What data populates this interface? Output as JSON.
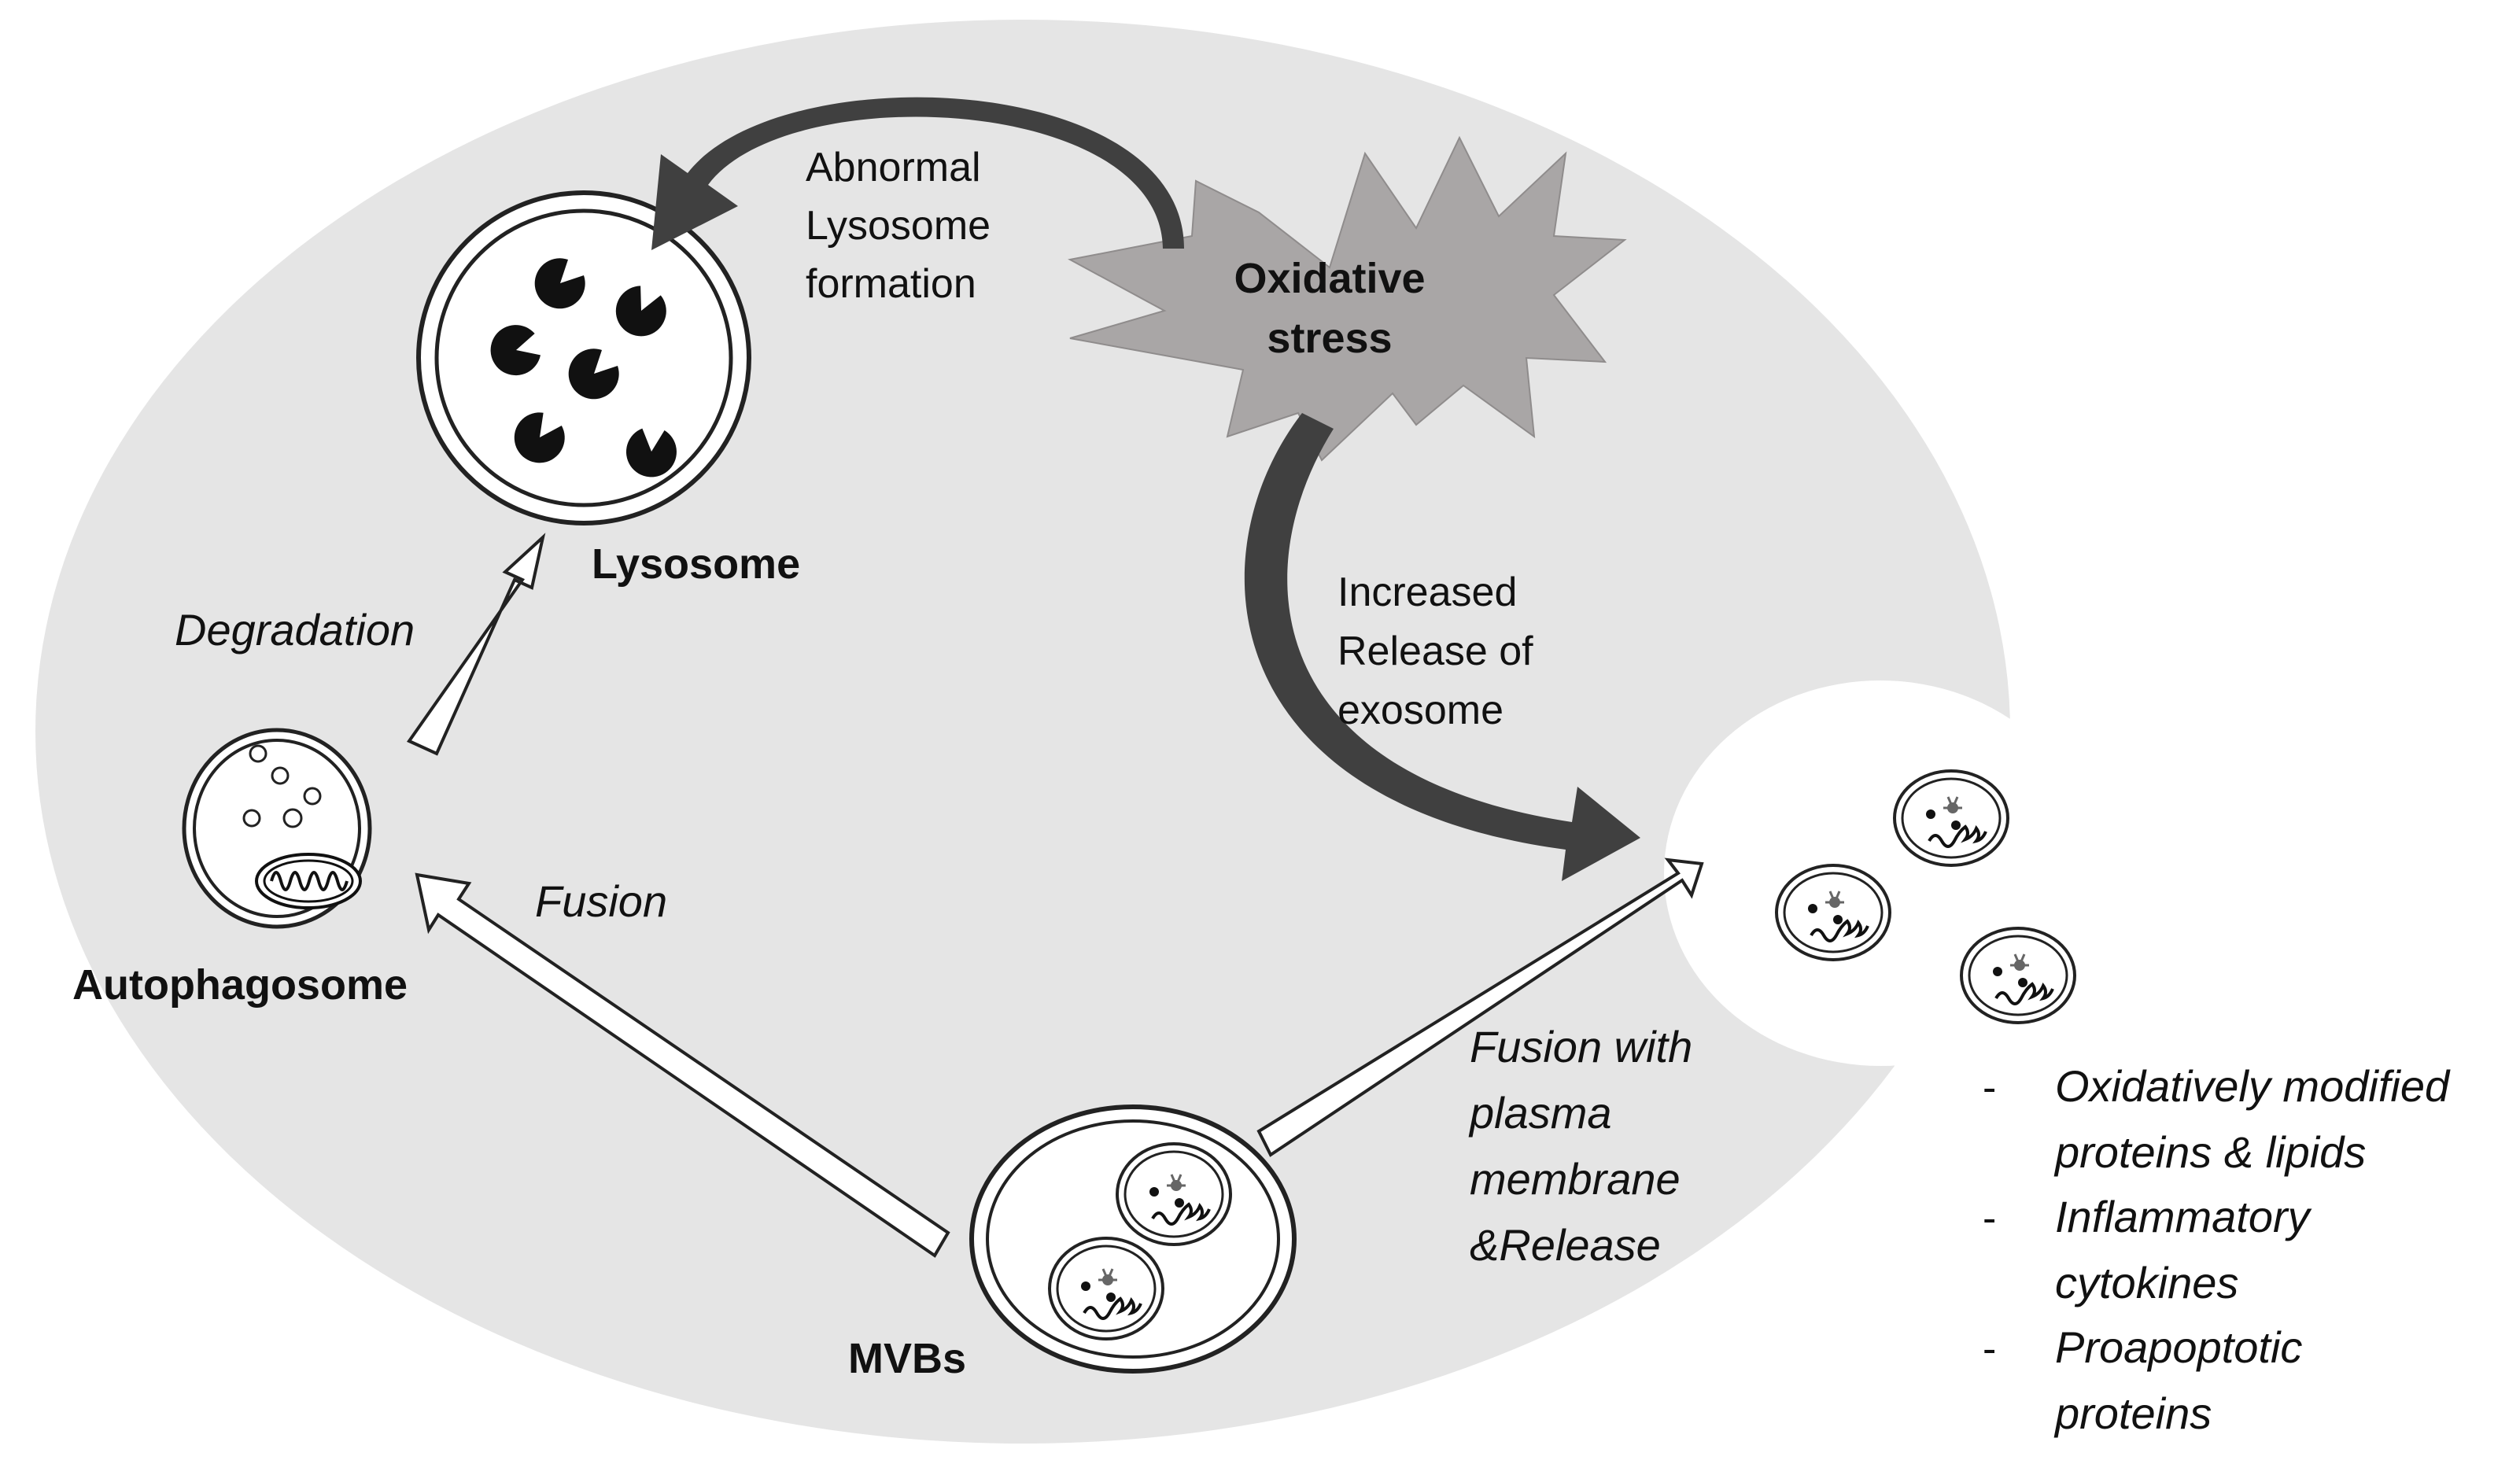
{
  "diagram": {
    "lysosome": {
      "label": "Lysosome"
    },
    "autophagosome": {
      "label": "Autophagosome"
    },
    "mvbs": {
      "label": "MVBs"
    },
    "oxidative_stress": {
      "line1": "Oxidative",
      "line2": "stress"
    },
    "arrows": {
      "abnormal": [
        "Abnormal",
        "Lysosome",
        "formation"
      ],
      "increased": [
        "Increased",
        "Release of",
        "exosome"
      ],
      "degradation": "Degradation",
      "fusion": "Fusion",
      "fusion_membrane": [
        "Fusion with",
        "plasma",
        "membrane",
        "&Release"
      ]
    },
    "cargo_list": {
      "items": [
        [
          "Oxidatively modified",
          "proteins & lipids"
        ],
        [
          "Inflammatory",
          "cytokines"
        ],
        [
          "Proapoptotic",
          "proteins"
        ]
      ],
      "bullet": "-"
    },
    "colors": {
      "cell_fill": "#e5e5e5",
      "dark_arrow": "#404040",
      "starburst": "#a9a6a6",
      "outline": "#222222"
    }
  }
}
